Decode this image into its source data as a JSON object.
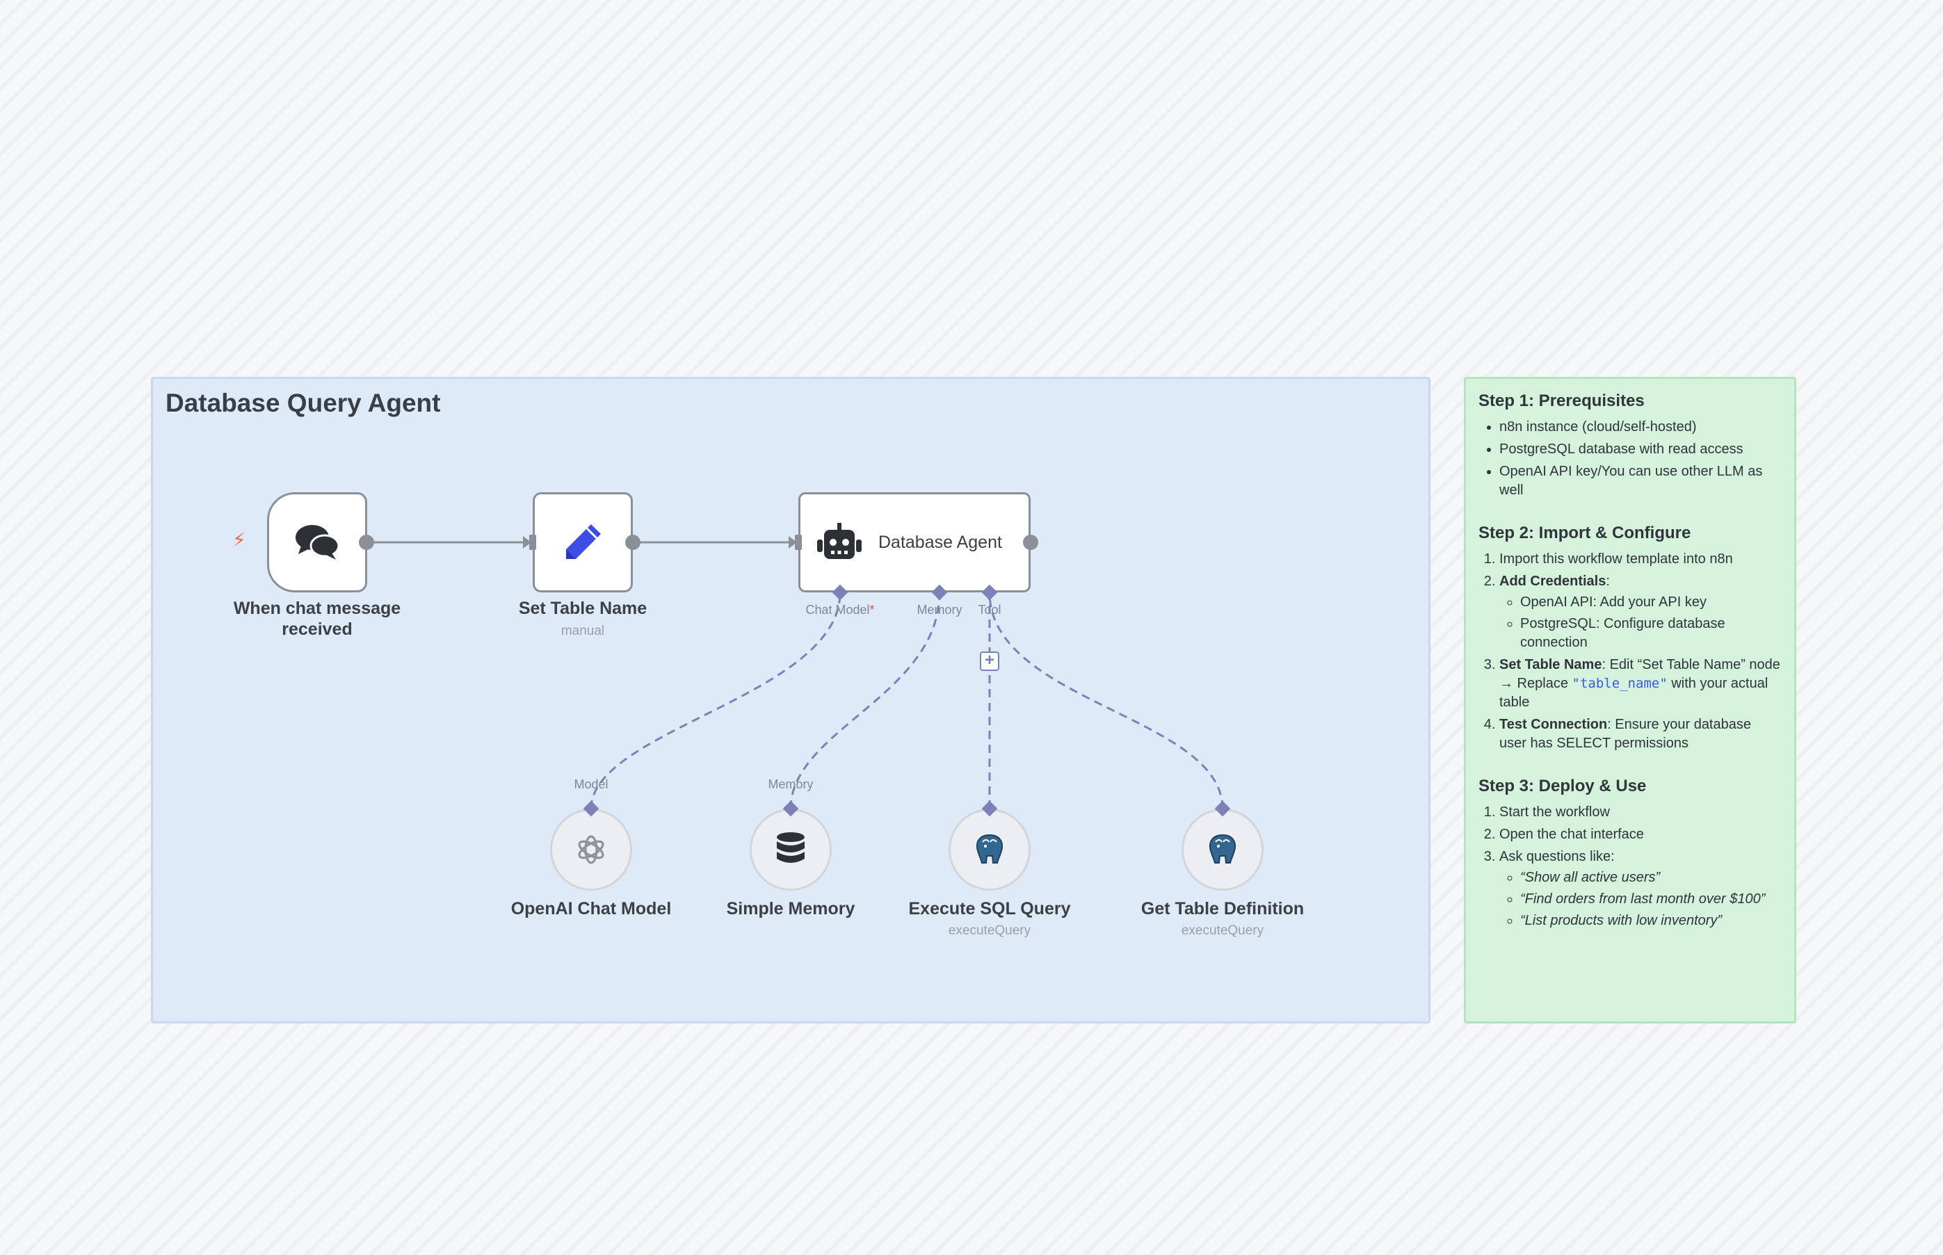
{
  "canvas": {
    "group_title": "Database Query Agent"
  },
  "nodes": {
    "chat_trigger": {
      "label_line1": "When chat message",
      "label_line2": "received",
      "icon": "chat-bubbles-icon"
    },
    "set_table": {
      "label": "Set Table Name",
      "subtitle": "manual",
      "icon": "pencil-icon"
    },
    "agent": {
      "label": "Database Agent",
      "icon": "robot-icon",
      "ports": {
        "chat_model": "Chat Model",
        "chat_model_required": "*",
        "memory": "Memory",
        "tool": "Tool"
      }
    },
    "openai": {
      "label": "OpenAI Chat Model",
      "port_label": "Model",
      "icon": "openai-icon"
    },
    "memory": {
      "label": "Simple Memory",
      "port_label": "Memory",
      "icon": "database-icon"
    },
    "execute_sql": {
      "label": "Execute SQL Query",
      "subtitle": "executeQuery",
      "icon": "postgres-elephant-icon"
    },
    "get_table_def": {
      "label": "Get Table Definition",
      "subtitle": "executeQuery",
      "icon": "postgres-elephant-icon"
    }
  },
  "steps": {
    "step1": {
      "title": "Step 1: Prerequisites",
      "items": [
        "n8n instance (cloud/self-hosted)",
        "PostgreSQL database with read access",
        "OpenAI API key/You can use other LLM as well"
      ]
    },
    "step2": {
      "title": "Step 2: Import & Configure",
      "item1": "Import this workflow template into n8n",
      "item2_bold": "Add Credentials",
      "item2_rest": ":",
      "item2_sub": [
        "OpenAI API: Add your API key",
        "PostgreSQL: Configure database connection"
      ],
      "item3_bold": "Set Table Name",
      "item3_pre": ": Edit “Set Table Name” node → Replace ",
      "item3_code": "\"table_name\"",
      "item3_post": " with your actual table",
      "item4_bold": "Test Connection",
      "item4_rest": ": Ensure your database user has SELECT permissions"
    },
    "step3": {
      "title": "Step 3: Deploy & Use",
      "items": [
        "Start the workflow",
        "Open the chat interface",
        "Ask questions like:"
      ],
      "examples": [
        "“Show all active users”",
        "“Find orders from last month over $100”",
        "“List products with low inventory”"
      ]
    }
  },
  "colors": {
    "connection_main": "#8a8f98",
    "connection_ai": "#7a82b8",
    "group_sticky": "#dfeaf8",
    "steps_sticky": "#d5f2dc",
    "trigger_bolt": "#ef6a57",
    "pencil": "#3d4ee6"
  }
}
